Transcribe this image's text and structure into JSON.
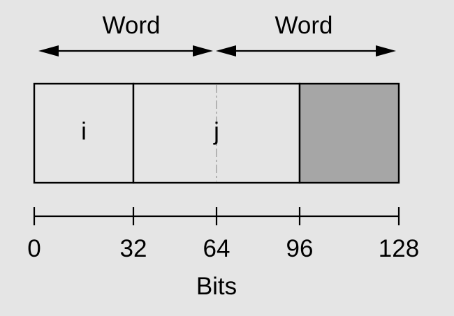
{
  "colors": {
    "background": "#e5e5e5",
    "cell_fill": "#e5e5e5",
    "padding_fill": "#a6a6a6",
    "stroke": "#000000",
    "dashed_divider": "#b3b3b3"
  },
  "words": [
    {
      "label": "Word"
    },
    {
      "label": "Word"
    }
  ],
  "fields": [
    {
      "label": "i"
    },
    {
      "label": "j"
    }
  ],
  "axis": {
    "label": "Bits",
    "ticks": [
      "0",
      "32",
      "64",
      "96",
      "128"
    ]
  }
}
